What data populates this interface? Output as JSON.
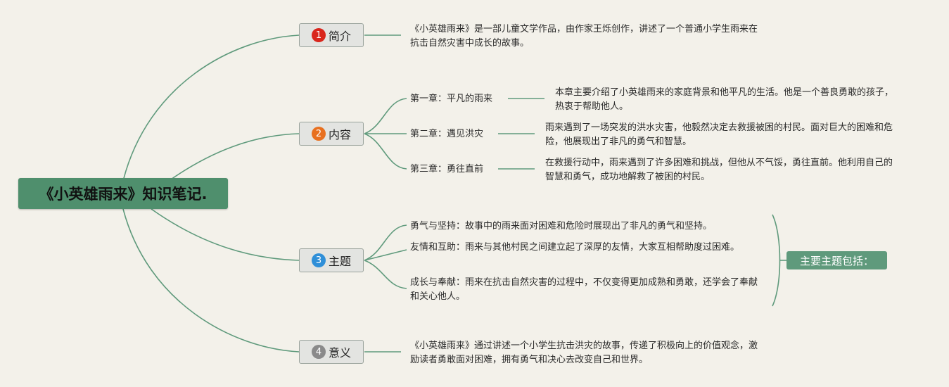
{
  "root": {
    "title": "《小英雄雨来》知识笔记."
  },
  "topics": [
    {
      "num": "1",
      "label": "简介",
      "badge_color": "#d9261c",
      "text": "《小英雄雨来》是一部儿童文学作品，由作家王烁创作，讲述了一个普通小学生雨来在抗击自然灾害中成长的故事。"
    },
    {
      "num": "2",
      "label": "内容",
      "badge_color": "#e8701f",
      "chapters": [
        {
          "title": "第一章：平凡的雨来",
          "text": "本章主要介绍了小英雄雨来的家庭背景和他平凡的生活。他是一个善良勇敢的孩子，热衷于帮助他人。"
        },
        {
          "title": "第二章：遇见洪灾",
          "text": "雨来遇到了一场突发的洪水灾害，他毅然决定去救援被困的村民。面对巨大的困难和危险，他展现出了非凡的勇气和智慧。"
        },
        {
          "title": "第三章：勇往直前",
          "text": "在救援行动中，雨来遇到了许多困难和挑战，但他从不气馁，勇往直前。他利用自己的智慧和勇气，成功地解救了被困的村民。"
        }
      ]
    },
    {
      "num": "3",
      "label": "主题",
      "badge_color": "#2f8fd8",
      "items": [
        "勇气与坚持：故事中的雨来面对困难和危险时展现出了非凡的勇气和坚持。",
        "友情和互助：雨来与其他村民之间建立起了深厚的友情，大家互相帮助度过困难。",
        "成长与奉献：雨来在抗击自然灾害的过程中，不仅变得更加成熟和勇敢，还学会了奉献和关心他人。"
      ],
      "summary": "主要主题包括："
    },
    {
      "num": "4",
      "label": "意义",
      "badge_color": "#8a8a8a",
      "text": "《小英雄雨来》通过讲述一个小学生抗击洪灾的故事，传递了积极向上的价值观念，激励读者勇敢面对困难，拥有勇气和决心去改变自己和世界。"
    }
  ],
  "colors": {
    "background": "#f3f1ea",
    "root": "#4f8f6d",
    "line": "#5f9a7c",
    "summary": "#5f9a7c"
  }
}
